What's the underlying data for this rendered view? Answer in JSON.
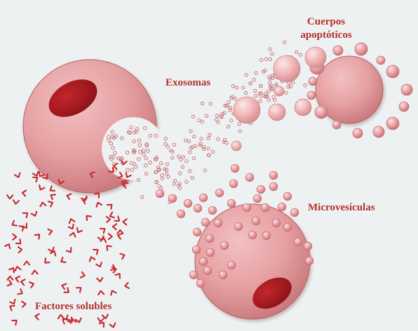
{
  "labels": {
    "apoptotic_line1": "Cuerpos",
    "apoptotic_line2": "apoptóticos",
    "exosomes": "Exosomas",
    "microvesicles": "Microvesículas",
    "soluble_factors": "Factores solubles"
  },
  "colors": {
    "background": "#eef1f2",
    "cell_fill": "#e39a9b",
    "cell_edge": "#b3676a",
    "nucleus": "#a3191f",
    "exosome_ring": "#c9777b",
    "vesicle": "#e08f94",
    "factor": "#c8282d",
    "text": "#b3312c"
  }
}
